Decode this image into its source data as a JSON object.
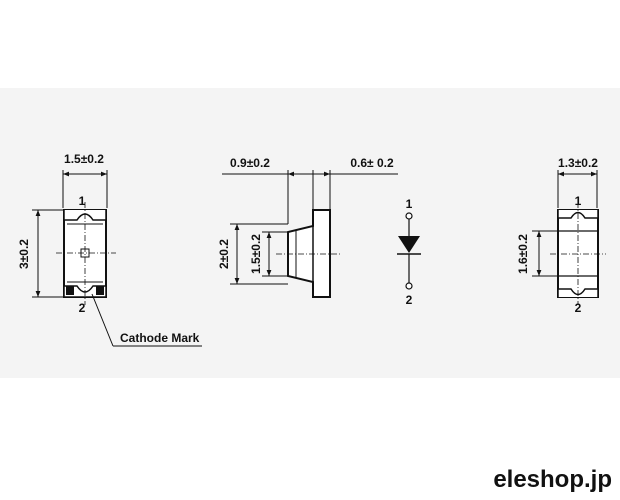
{
  "front_view": {
    "width_dim": "1.5±0.2",
    "height_dim": "3±0.2",
    "pin_top": "1",
    "pin_bottom": "2",
    "callout": "Cathode Mark"
  },
  "side_view": {
    "lead_dim": "0.9±0.2",
    "tab_dim": "0.6± 0.2",
    "body_height_dim": "2±0.2",
    "lens_height_dim": "1.5±0.2"
  },
  "symbol": {
    "pin_anode": "1",
    "pin_cathode": "2"
  },
  "back_view": {
    "width_dim": "1.3±0.2",
    "height_dim": "1.6±0.2",
    "pin_top": "1",
    "pin_bottom": "2"
  },
  "brand": "eleshop.jp"
}
